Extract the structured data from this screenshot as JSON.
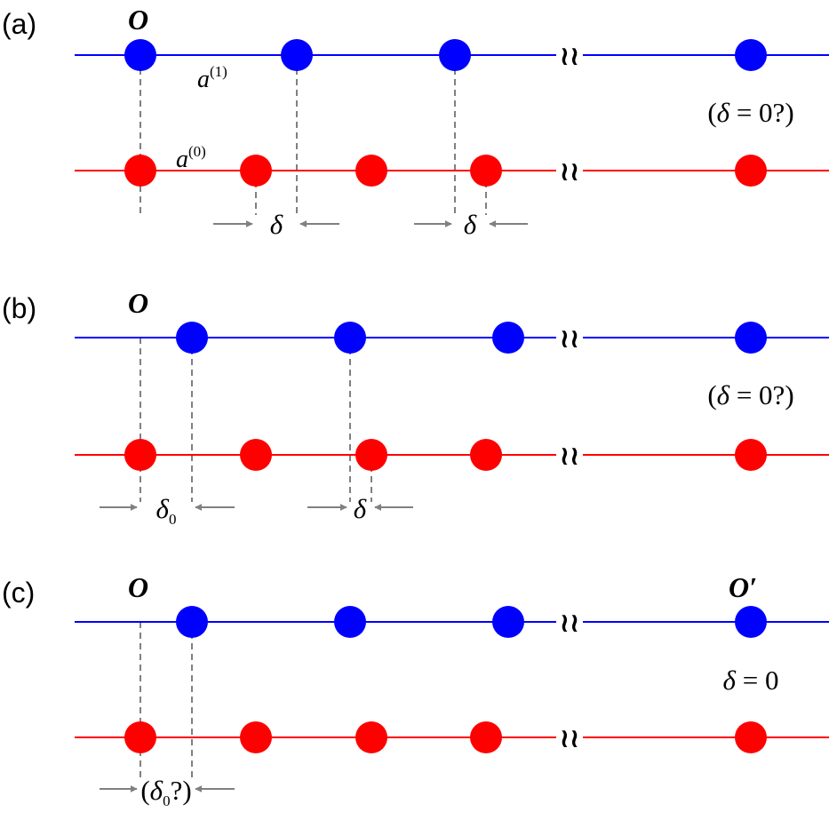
{
  "colors": {
    "upper_line": "#0000ff",
    "upper_atom": "#0000ff",
    "lower_line": "#ff0000",
    "lower_atom": "#ff0000",
    "guide": "#808080",
    "text": "#000000"
  },
  "icons": {
    "line_break": "double-wavy-break-icon",
    "arrow": "gray-arrow-icon"
  },
  "panels": [
    {
      "label": "(a)",
      "origin": "O",
      "origin_prime": "",
      "lattice_upper": {
        "symbol": "a",
        "sup": "(1)"
      },
      "lattice_lower": {
        "symbol": "a",
        "sup": "(0)"
      },
      "marks": [
        {
          "symbol": "δ",
          "sub": "",
          "open": "",
          "close": ""
        },
        {
          "symbol": "δ",
          "sub": "",
          "open": "",
          "close": ""
        }
      ],
      "note": {
        "open": "(",
        "symbol": "δ",
        "rest": " = 0?)"
      }
    },
    {
      "label": "(b)",
      "origin": "O",
      "origin_prime": "",
      "marks": [
        {
          "symbol": "δ",
          "sub": "0",
          "open": "",
          "close": ""
        },
        {
          "symbol": "δ",
          "sub": "",
          "open": "",
          "close": ""
        }
      ],
      "note": {
        "open": "(",
        "symbol": "δ",
        "rest": " = 0?)"
      }
    },
    {
      "label": "(c)",
      "origin": "O",
      "origin_prime": "O′",
      "marks": [
        {
          "symbol": "δ",
          "sub": "0",
          "open": "(",
          "close": "?)"
        }
      ],
      "note": {
        "open": "",
        "symbol": "δ",
        "rest": " = 0"
      }
    }
  ]
}
